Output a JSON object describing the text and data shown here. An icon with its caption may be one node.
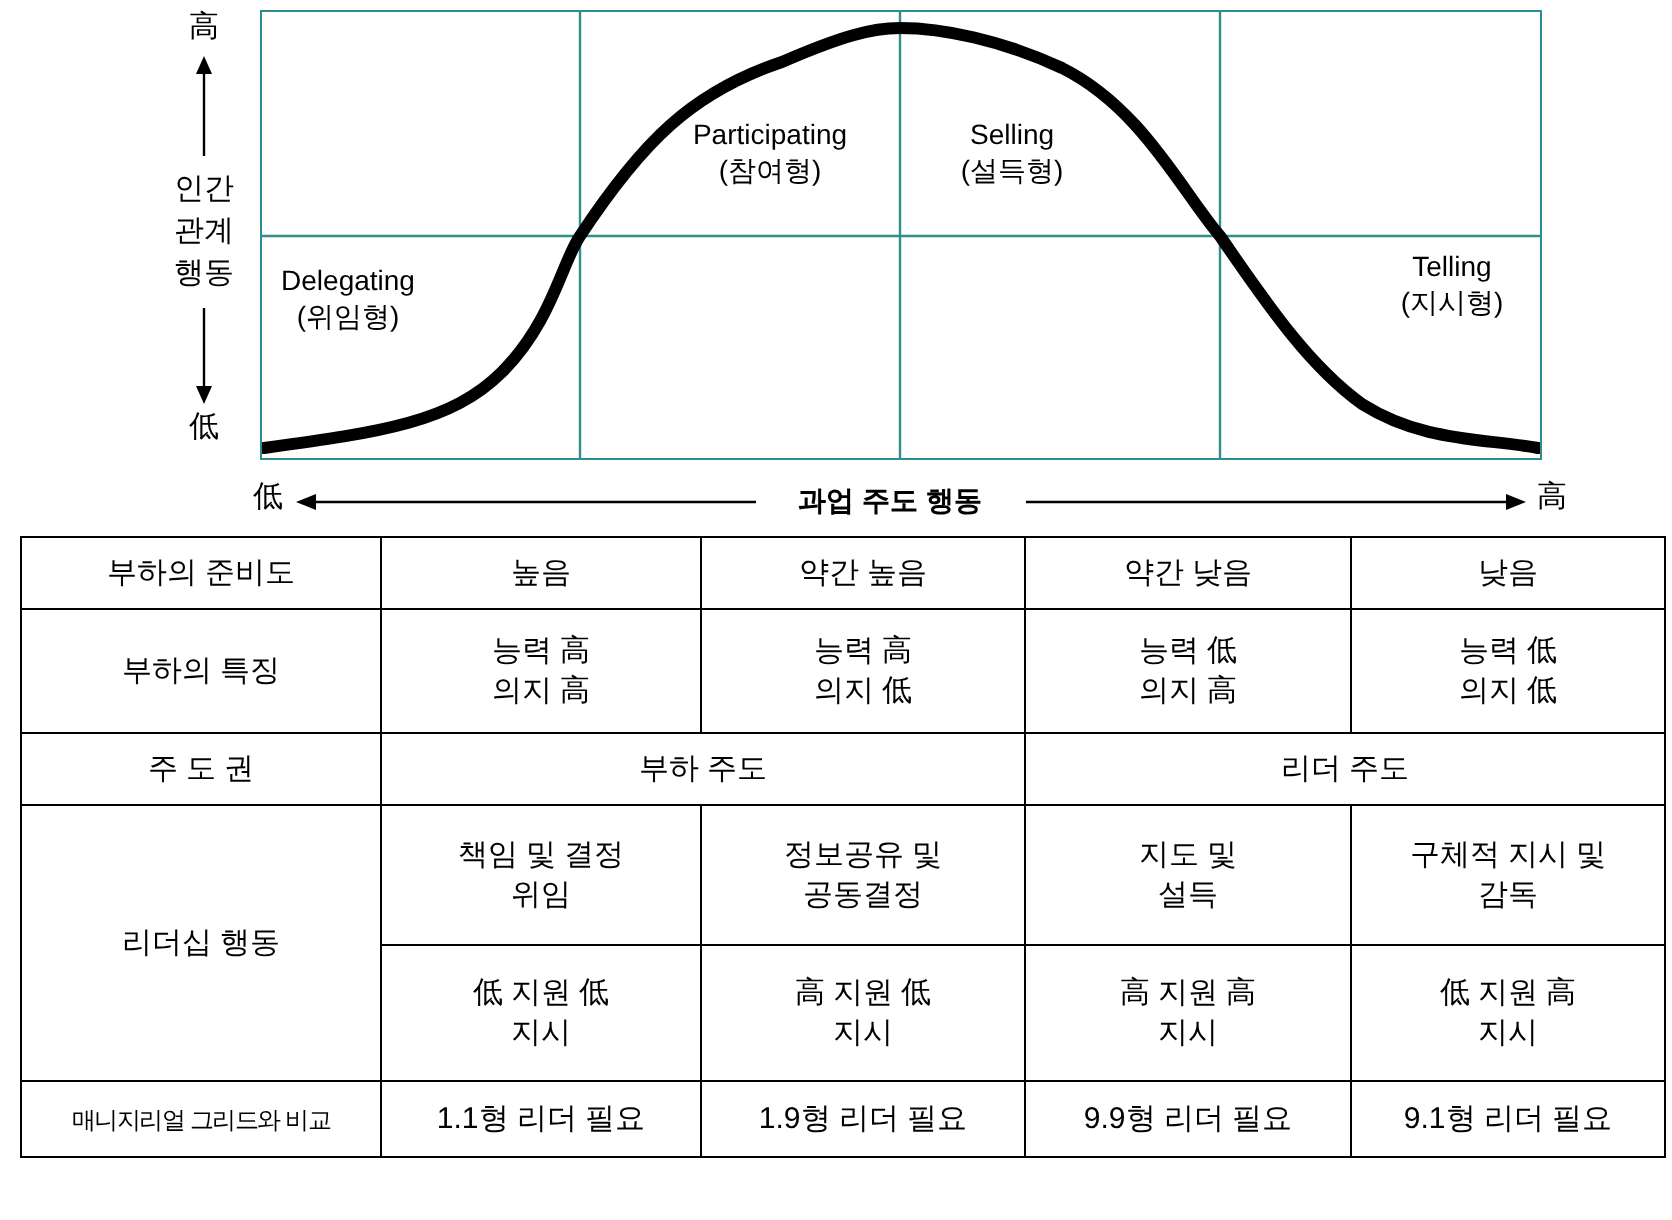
{
  "diagram": {
    "labels": [
      "高",
      "인간 관계 행동",
      "低",
      "Participating (참여형)",
      "Selling (설득형)",
      "Delegating (위임형)",
      "Telling (지시형)",
      "低",
      "과업 주도 행동",
      "高",
      "부하의 준비도",
      "높음",
      "약간 높음",
      "약간 낮음",
      "낮음",
      "부하의 특징",
      "능력 高 의지 高",
      "능력 高 의지 低",
      "능력 低 의지 高",
      "능력 低 의지 低",
      "주 도 권",
      "부하 주도",
      "리더 주도",
      "리더십 행동",
      "책임 및 결정 위임",
      "정보공유 및 공동결정",
      "지도 및 설득",
      "구체적 지시 및 감독",
      "低 지원 低 지시",
      "高 지원 低 지시",
      "高 지원 高 지시",
      "低 지원 高 지시",
      "매니지리얼 그리드와 비교",
      "1.1형 리더 필요",
      "1.9형 리더 필요",
      "9.9형 리더 필요",
      "9.1형 리더 필요"
    ]
  }
}
